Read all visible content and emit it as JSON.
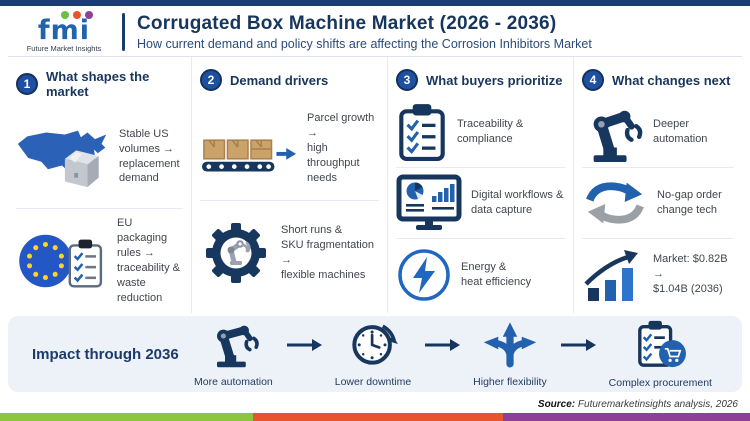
{
  "header": {
    "logo": {
      "brand": "fmi",
      "tagline": "Future Market Insights"
    },
    "title": "Corrugated Box Machine Market (2026 - 2036)",
    "subtitle": "How current demand and policy shifts are affecting the Corrosion Inhibitors Market"
  },
  "columns": [
    {
      "number": "1",
      "title": "What shapes the market",
      "items": [
        {
          "icon": "us-map-box-icon",
          "text": "Stable US\nvolumes →\nreplacement\ndemand"
        },
        {
          "icon": "eu-flag-checklist-icon",
          "text": "EU packaging\nrules →\ntraceability &\nwaste reduction"
        }
      ]
    },
    {
      "number": "2",
      "title": "Demand drivers",
      "items": [
        {
          "icon": "conveyor-boxes-icon",
          "text": "Parcel growth →\nhigh throughput\nneeds"
        },
        {
          "icon": "gear-robot-icon",
          "text": "Short runs &\nSKU fragmentation →\nflexible machines"
        }
      ]
    },
    {
      "number": "3",
      "title": "What buyers prioritize",
      "items": [
        {
          "icon": "checklist-clipboard-icon",
          "text": "Traceability &\ncompliance"
        },
        {
          "icon": "monitor-analytics-icon",
          "text": "Digital workflows &\ndata capture"
        },
        {
          "icon": "energy-bolt-icon",
          "text": "Energy &\nheat efficiency"
        }
      ]
    },
    {
      "number": "4",
      "title": "What changes next",
      "items": [
        {
          "icon": "robot-arm-icon",
          "text": "Deeper\nautomation"
        },
        {
          "icon": "sync-arrows-icon",
          "text": "No-gap order\nchange tech"
        },
        {
          "icon": "growth-chart-icon",
          "text": "Market: $0.82B →\n$1.04B (2036)"
        }
      ]
    }
  ],
  "impact": {
    "label": "Impact through 2036",
    "steps": [
      {
        "icon": "robot-arm-icon",
        "label": "More automation"
      },
      {
        "icon": "clock-icon",
        "label": "Lower downtime"
      },
      {
        "icon": "flexibility-arrows-icon",
        "label": "Higher flexibility"
      },
      {
        "icon": "procurement-cart-icon",
        "label": "Complex procurement"
      }
    ]
  },
  "source": {
    "label": "Source:",
    "text": " Futuremarketinsights analysis, 2026"
  },
  "colors": {
    "navy": "#17365d",
    "badge_blue": "#1d4fa3",
    "blue": "#2161ad",
    "bright_blue": "#2e75c9",
    "light_bg": "#edf1f8",
    "green": "#8cc63f",
    "orange": "#e8542e",
    "purple": "#8e3f97",
    "eu_blue": "#2257c5",
    "star_yellow": "#ffd324",
    "box_tan": "#c9a36a",
    "gray": "#9aa0a6"
  }
}
